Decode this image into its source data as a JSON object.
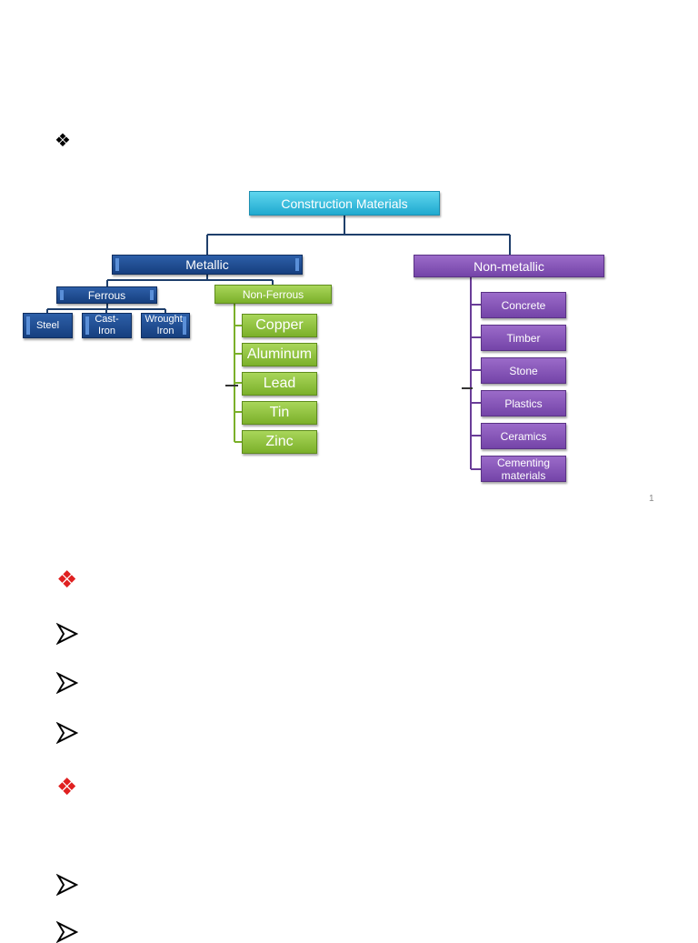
{
  "diagram": {
    "root": "Construction Materials",
    "metallic": {
      "label": "Metallic",
      "ferrous": {
        "label": "Ferrous",
        "items": [
          "Steel",
          "Cast-\nIron",
          "Wrought-\nIron"
        ]
      },
      "non_ferrous": {
        "label": "Non-Ferrous",
        "items": [
          "Copper",
          "Aluminum",
          "Lead",
          "Tin",
          "Zinc"
        ]
      }
    },
    "non_metallic": {
      "label": "Non-metallic",
      "items": [
        "Concrete",
        "Timber",
        "Stone",
        "Plastics",
        "Ceramics",
        "Cementing\nmaterials"
      ]
    }
  },
  "page_number": "1",
  "colors": {
    "root": "#29b5d9",
    "metallic": "#1a4a8f",
    "non_ferrous": "#8fc33a",
    "non_metallic": "#8456b8",
    "connector": "#1f3f6b",
    "bullet_red": "#e02020"
  },
  "icons": {
    "bullet_diamond": "diamond-cluster-icon",
    "bullet_arrow": "arrowhead-icon"
  }
}
